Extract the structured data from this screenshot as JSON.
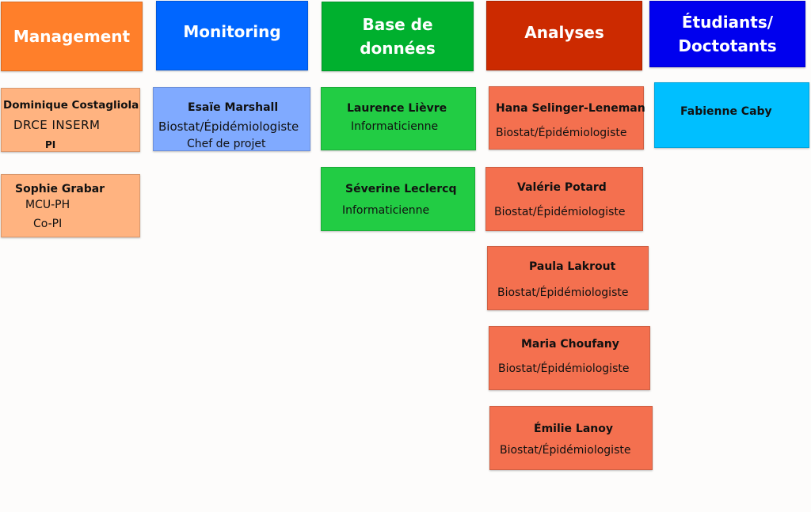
{
  "columns": [
    {
      "title": "Management",
      "color": "#ff7f2a",
      "people": [
        {
          "name": "Dominique Costagliola",
          "lines": [
            "DRCE INSERM",
            "PI"
          ],
          "color": "#ffb380"
        },
        {
          "name": "Sophie Grabar",
          "lines": [
            "MCU-PH",
            "Co-PI"
          ],
          "color": "#ffb380"
        }
      ]
    },
    {
      "title": "Monitoring",
      "color": "#0066ff",
      "people": [
        {
          "name": "Esaïe Marshall",
          "lines": [
            "Biostat/Épidémiologiste",
            "Chef de projet"
          ],
          "color": "#80aaff"
        }
      ]
    },
    {
      "title": "Base de données",
      "color": "#00b02e",
      "people": [
        {
          "name": "Laurence Lièvre",
          "lines": [
            "Informaticienne"
          ],
          "color": "#22cc44"
        },
        {
          "name": "Séverine Leclercq",
          "lines": [
            "Informaticienne"
          ],
          "color": "#22cc44"
        }
      ]
    },
    {
      "title": "Analyses",
      "color": "#cc2a00",
      "people": [
        {
          "name": "Hana Selinger-Leneman",
          "lines": [
            "Biostat/Épidémiologiste"
          ],
          "color": "#f4704f"
        },
        {
          "name": "Valérie Potard",
          "lines": [
            "Biostat/Épidémiologiste"
          ],
          "color": "#f4704f"
        },
        {
          "name": "Paula Lakrout",
          "lines": [
            "Biostat/Épidémiologiste"
          ],
          "color": "#f4704f"
        },
        {
          "name": "Maria Choufany",
          "lines": [
            "Biostat/Épidémiologiste"
          ],
          "color": "#f4704f"
        },
        {
          "name": "Émilie Lanoy",
          "lines": [
            "Biostat/Épidémiologiste"
          ],
          "color": "#f4704f"
        }
      ]
    },
    {
      "title": "Étudiants/ Doctotants",
      "title_lines": [
        "Étudiants/",
        "Doctotants"
      ],
      "color": "#0000ee",
      "people": [
        {
          "name": "Fabienne Caby",
          "lines": [],
          "color": "#00bfff"
        }
      ]
    }
  ]
}
